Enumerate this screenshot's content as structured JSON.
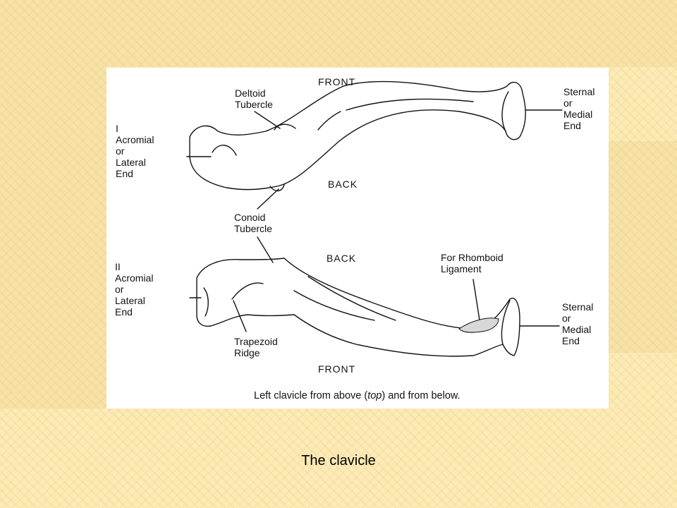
{
  "figure": {
    "upper": {
      "roman": "I",
      "front": "FRONT",
      "back": "BACK",
      "deltoid": [
        "Deltoid",
        "Tubercle"
      ],
      "conoid": [
        "Conoid",
        "Tubercle"
      ],
      "acromial": [
        "Acromial",
        "or",
        "Lateral",
        "End"
      ],
      "sternal": [
        "Sternal",
        "or",
        "Medial",
        "End"
      ]
    },
    "lower": {
      "roman": "II",
      "back": "BACK",
      "front": "FRONT",
      "rhomboid": [
        "For Rhomboid",
        "Ligament"
      ],
      "trapezoid": [
        "Trapezoid",
        "Ridge"
      ],
      "acromial": [
        "Acromial",
        "or",
        "Lateral",
        "End"
      ],
      "sternal": [
        "Sternal",
        "or",
        "Medial",
        "End"
      ]
    },
    "caption": {
      "before": "Left clavicle from above (",
      "italic": "top",
      "after": ") and from below."
    }
  },
  "slide": {
    "caption": "The clavicle"
  },
  "colors": {
    "background": "#fcebb6",
    "panel": "#ffffff",
    "ink": "#111111"
  }
}
